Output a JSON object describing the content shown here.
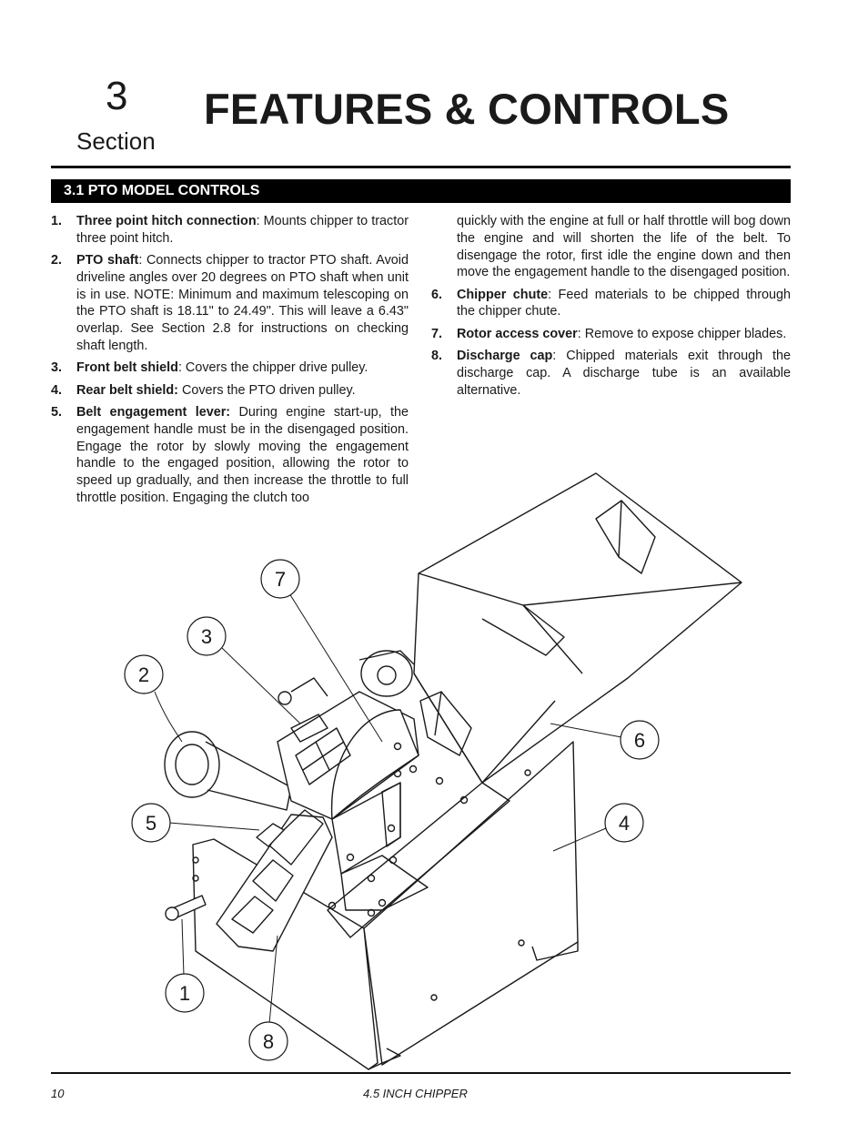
{
  "header": {
    "section_number": "3",
    "section_word": "Section",
    "title": "FEATURES & CONTROLS"
  },
  "banner": {
    "label": "3.1   PTO MODEL CONTROLS"
  },
  "items": [
    {
      "num": "1.",
      "term": "Three point hitch connection",
      "text": ": Mounts chipper to tractor three point hitch."
    },
    {
      "num": "2.",
      "term": "PTO shaft",
      "text": ": Connects chipper to tractor PTO shaft. Avoid driveline angles over 20 degrees on PTO shaft when unit is in use. NOTE: Minimum and maximum telescoping on the PTO shaft is 18.11\" to 24.49\". This will leave a 6.43\" overlap. See Section 2.8 for instructions on checking shaft length."
    },
    {
      "num": "3.",
      "term": "Front belt shield",
      "text": ": Covers the chipper drive pulley."
    },
    {
      "num": "4.",
      "term": "Rear belt shield:",
      "text": " Covers the PTO driven pulley."
    },
    {
      "num": "5.",
      "term": "Belt engagement lever:",
      "text": " During engine start-up, the engagement handle must be in the disengaged position. Engage the rotor by slowly moving the engagement handle to the engaged position, allowing the rotor to speed up gradually, and then increase the throttle to full throttle position. Engaging the clutch too"
    },
    {
      "continuation": "quickly with the engine at full or half throttle will bog down the engine and will shorten the life of the belt. To disengage the rotor, first idle the engine down and then move the engagement handle to the disengaged position."
    },
    {
      "num": "6.",
      "term": "Chipper chute",
      "text": ": Feed materials to be chipped through the chipper chute."
    },
    {
      "num": "7.",
      "term": "Rotor access cover",
      "text": ": Remove to expose chipper blades."
    },
    {
      "num": "8.",
      "term": "Discharge cap",
      "text": ": Chipped materials exit through the discharge cap. A discharge tube is an available alternative."
    }
  ],
  "figure": {
    "callouts": [
      "1",
      "2",
      "3",
      "4",
      "5",
      "6",
      "7",
      "8"
    ]
  },
  "footer": {
    "page_number": "10",
    "title": "4.5 INCH CHIPPER"
  }
}
